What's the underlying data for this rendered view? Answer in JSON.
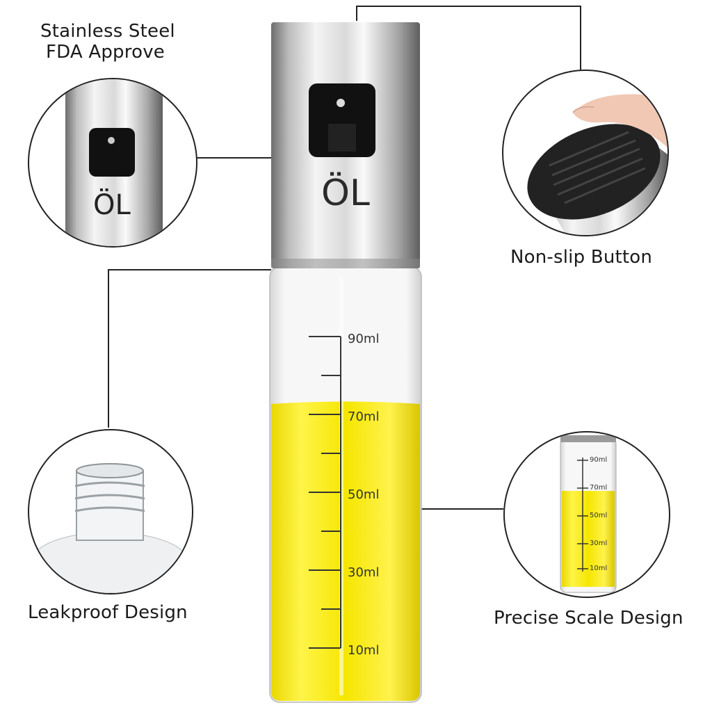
{
  "callouts": {
    "stainless_line1": "Stainless Steel",
    "stainless_line2": "FDA Approve",
    "nonslip": "Non-slip Button",
    "leakproof": "Leakproof Design",
    "precise": "Precise Scale Design"
  },
  "bottle": {
    "cap_text": "ÖL",
    "scale_labels": [
      "90ml",
      "70ml",
      "50ml",
      "30ml",
      "10ml"
    ]
  },
  "detail_scale_labels": [
    "90ml",
    "70ml",
    "50ml",
    "30ml",
    "10ml"
  ],
  "colors": {
    "oil": "#f2e000",
    "steel_light": "#e8e8e8",
    "steel_dark": "#7a7a7a",
    "line": "#222222"
  }
}
